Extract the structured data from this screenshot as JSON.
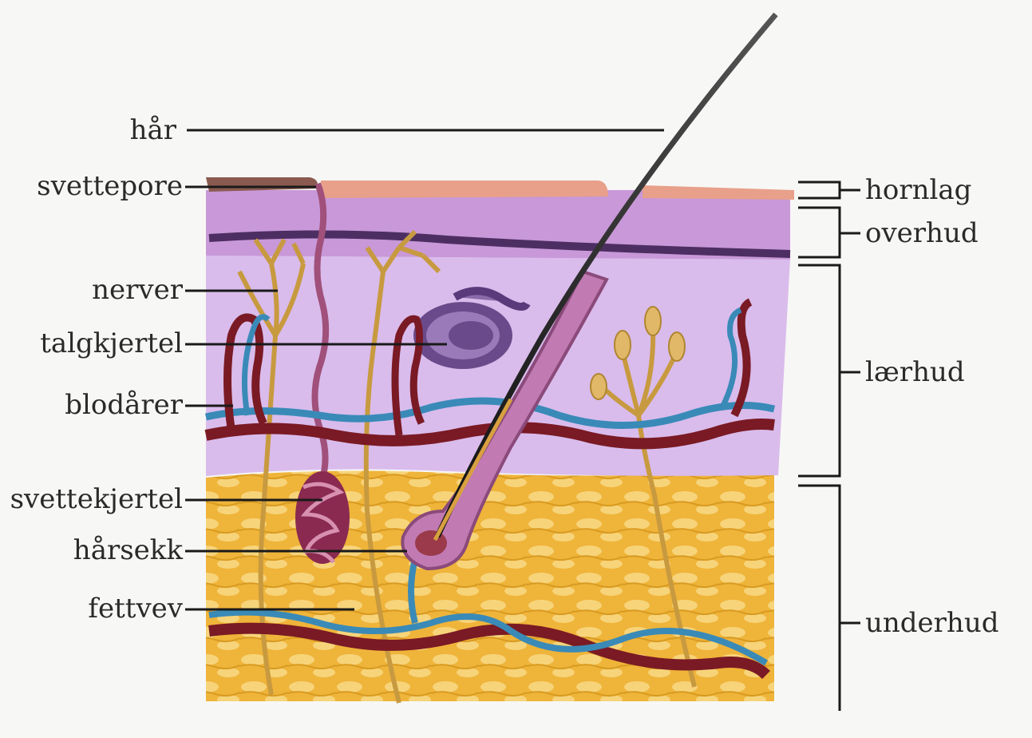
{
  "labels_left": {
    "haar": "hår",
    "svettepore": "svettepore",
    "nerver": "nerver",
    "talgkjertel": "talgkjertel",
    "blodarer": "blodårer",
    "svettekjertel": "svettekjertel",
    "harsekk": "hårsekk",
    "fettvev": "fettvev"
  },
  "labels_right": {
    "hornlag": "hornlag",
    "overhud": "overhud",
    "laerhud": "lærhud",
    "underhud": "underhud"
  },
  "colors": {
    "horn_layer": "#e8a08a",
    "epidermis": "#c89ad8",
    "epidermis_band": "#5a3a6a",
    "dermis": "#d8b8ec",
    "fat": "#f0b838",
    "fat_cells": "#f6d070",
    "artery": "#7a1a24",
    "vein": "#3a8ab8",
    "nerve": "#c89a40",
    "hair": "#2a2a2a",
    "follicle": "#c07ab0"
  }
}
